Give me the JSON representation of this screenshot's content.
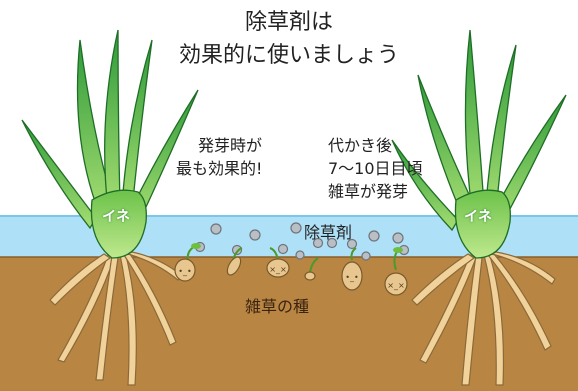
{
  "title": {
    "line1": "除草剤は",
    "line2": "効果的に使いましょう"
  },
  "notes": {
    "left": {
      "line1": "発芽時が",
      "line2": "最も効果的!"
    },
    "right": {
      "line1": "代かき後",
      "line2": "7〜10日目頃",
      "line3": "雑草が発芽"
    }
  },
  "labels": {
    "herbicide": "除草剤",
    "weed_seeds": "雑草の種",
    "rice_left": "イネ",
    "rice_right": "イネ"
  },
  "colors": {
    "water": "#aee0f7",
    "water_edge": "#7cc6e8",
    "soil": "#b98543",
    "leaf": "#3da543",
    "leaf_light": "#8fd46a",
    "root": "#f1d29a",
    "seed": "#e7c78f",
    "sprout": "#6fbf3f",
    "granule": "#b9bfc5"
  }
}
